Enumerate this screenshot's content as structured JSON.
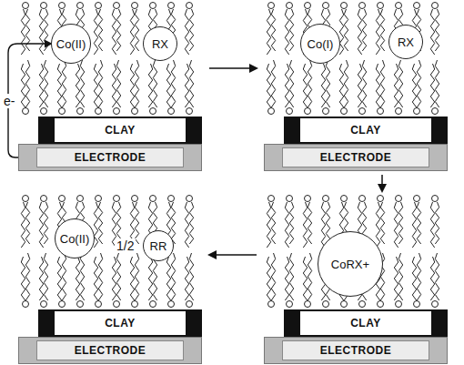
{
  "diagram": {
    "nodes": [
      {
        "text": [
          "Co(II)"
        ]
      },
      {
        "text": [
          "RX"
        ]
      },
      {
        "text": [
          "CLAY"
        ]
      },
      {
        "text": [
          "ELECTRODE"
        ]
      },
      {
        "text": [
          "Co(I)"
        ]
      },
      {
        "text": [
          "RX"
        ]
      },
      {
        "text": [
          "CLAY"
        ]
      },
      {
        "text": [
          "ELECTRODE"
        ]
      },
      {
        "text": [
          "Co(II)"
        ]
      },
      {
        "text": [
          "RR"
        ]
      },
      {
        "text": [
          "CLAY"
        ]
      },
      {
        "text": [
          "ELECTRODE"
        ]
      },
      {
        "text": [
          "CoRX+"
        ]
      },
      {
        "text": [
          "CLAY"
        ]
      },
      {
        "text": [
          "ELECTRODE"
        ]
      }
    ],
    "edges": [
      {
        "from": 3,
        "to": 0,
        "label": "e-",
        "arrow": "to"
      }
    ],
    "labels": [
      "1/2"
    ]
  }
}
